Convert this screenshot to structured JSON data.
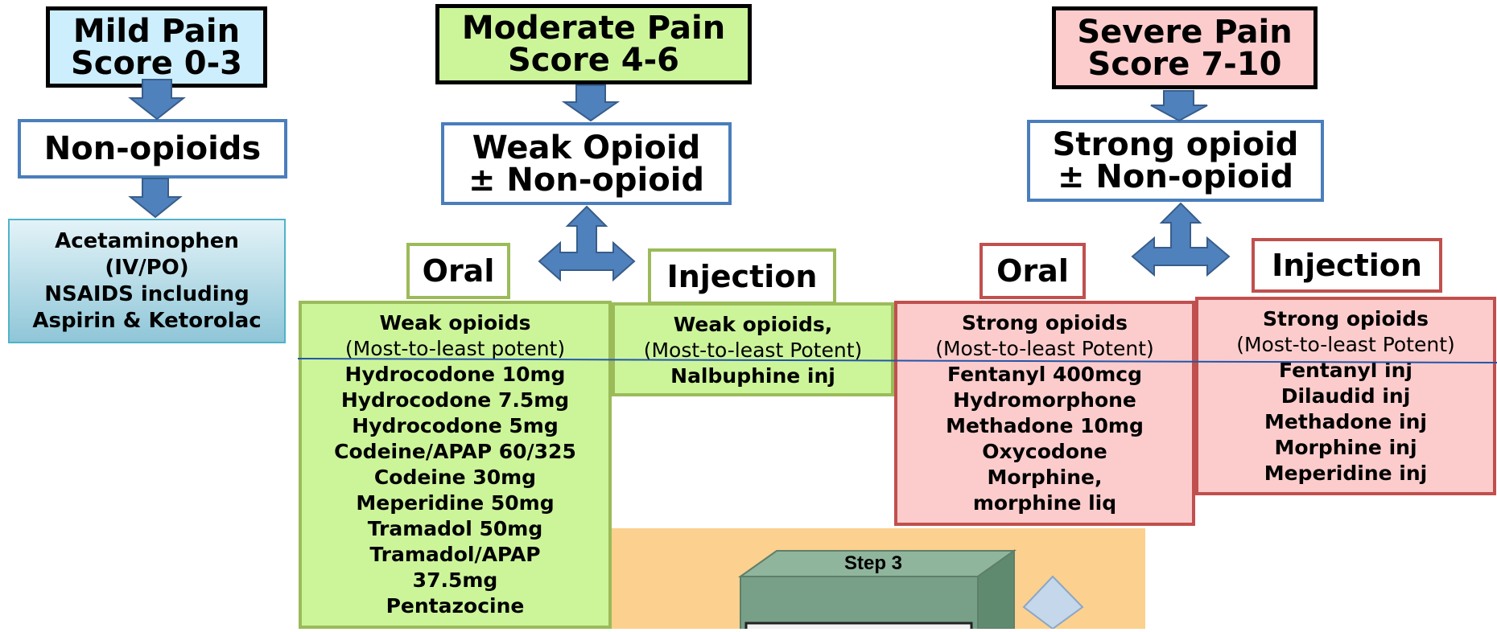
{
  "headers": {
    "mild": {
      "line1": "Mild Pain",
      "line2": "Score 0-3",
      "color": "#cdeefc"
    },
    "moderate": {
      "line1": "Moderate Pain",
      "line2": "Score 4-6",
      "color": "#ccf59a"
    },
    "severe": {
      "line1": "Severe Pain",
      "line2": "Score 7-10",
      "color": "#fccccc"
    }
  },
  "mild": {
    "category": "Non-opioids",
    "drugs": [
      "Acetaminophen",
      "(IV/PO)",
      "NSAIDS including",
      "Aspirin & Ketorolac"
    ]
  },
  "moderate": {
    "category": {
      "line1": "Weak Opioid",
      "line2": "± Non-opioid"
    },
    "oral_label": "Oral",
    "injection_label": "Injection",
    "oral": {
      "title": "Weak opioids",
      "subtitle": "(Most-to-least potent)",
      "drugs": [
        "Hydrocodone 10mg",
        "Hydrocodone 7.5mg",
        "Hydrocodone 5mg",
        "Codeine/APAP 60/325",
        "Codeine 30mg",
        "Meperidine 50mg",
        "Tramadol 50mg",
        "Tramadol/APAP",
        "37.5mg",
        "Pentazocine"
      ]
    },
    "injection": {
      "title": "Weak opioids,",
      "subtitle": "(Most-to-least Potent)",
      "drugs": [
        "Nalbuphine inj"
      ]
    }
  },
  "severe": {
    "category": {
      "line1": "Strong opioid",
      "line2": "± Non-opioid"
    },
    "oral_label": "Oral",
    "injection_label": "Injection",
    "oral": {
      "title": "Strong opioids",
      "subtitle": "(Most-to-least Potent)",
      "drugs": [
        "Fentanyl 400mcg",
        "Hydromorphone",
        "Methadone 10mg",
        "Oxycodone",
        "Morphine,",
        "morphine liq"
      ]
    },
    "injection": {
      "title": "Strong opioids",
      "subtitle": "(Most-to-least Potent)",
      "drugs": [
        "Fentanyl inj",
        "Dilaudid inj",
        "Methadone inj",
        "Morphine inj",
        "Meperidine inj"
      ]
    }
  },
  "inset": {
    "step_label": "Step 3"
  },
  "colors": {
    "arrow": "#4f81bd",
    "blue_border": "#4a7ebb",
    "green_border": "#9bbb59",
    "red_border": "#c0504d",
    "inset_bg": "#fcd08e"
  }
}
